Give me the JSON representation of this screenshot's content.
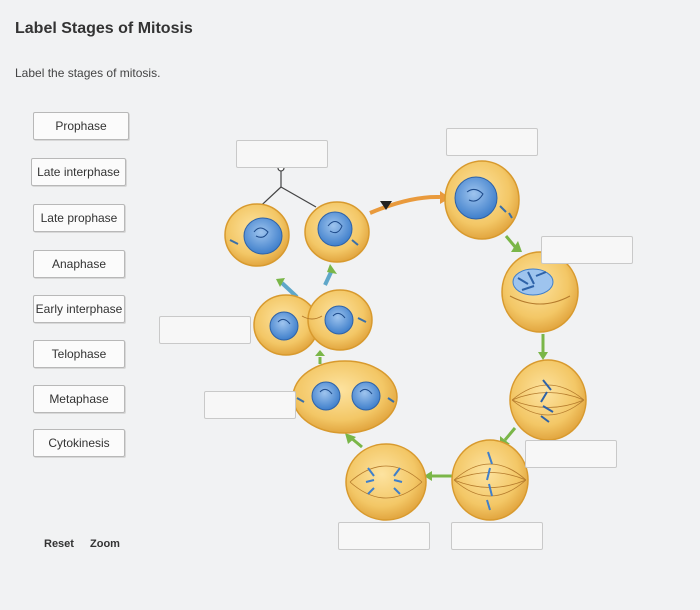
{
  "header": {
    "title": "Label Stages of Mitosis",
    "instruction": "Label the stages of mitosis."
  },
  "labels": [
    "Prophase",
    "Late interphase",
    "Late prophase",
    "Anaphase",
    "Early interphase",
    "Telophase",
    "Metaphase",
    "Cytokinesis"
  ],
  "footer": {
    "reset": "Reset",
    "zoom": "Zoom"
  },
  "colors": {
    "cell_fill": "#f3c766",
    "cell_stroke": "#d89a2e",
    "nucleus_fill": "#4a8fd6",
    "arrow_orange": "#e99a3c",
    "arrow_green": "#7ab648",
    "arrow_blue": "#5fa7c9"
  }
}
